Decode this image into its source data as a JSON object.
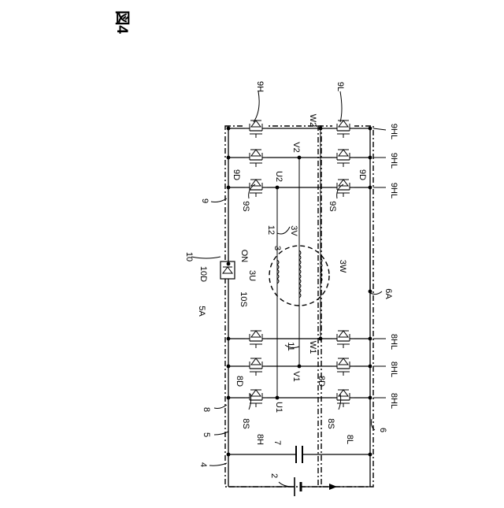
{
  "figure": {
    "title": "図4"
  },
  "labels": {
    "l_9H": "9H",
    "l_9L": "9L",
    "l_W2": "W2",
    "l_V2": "V2",
    "l_U2": "U2",
    "l_9HL_a": "9HL",
    "l_9HL_b": "9HL",
    "l_9HL_c": "9HL",
    "l_9D_a": "9D",
    "l_9D_b": "9D",
    "l_9S_a": "9S",
    "l_9S_b": "9S",
    "l_9": "9",
    "l_12": "12",
    "l_3V": "3V",
    "l_3": "3",
    "l_10": "10",
    "l_10D": "10D",
    "l_ON": "ON",
    "l_3U": "3U",
    "l_3W": "3W",
    "l_10S": "10S",
    "l_5A": "5A",
    "l_6A": "6A",
    "l_11": "11",
    "l_W1": "W1",
    "l_V1": "V1",
    "l_U1": "U1",
    "l_8HL_a": "8HL",
    "l_8HL_b": "8HL",
    "l_8HL_c": "8HL",
    "l_8D_a": "8D",
    "l_8D_b": "8D",
    "l_8S_a": "8S",
    "l_8S_b": "8S",
    "l_8H": "8H",
    "l_8L": "8L",
    "l_8": "8",
    "l_5": "5",
    "l_4": "4",
    "l_7": "7",
    "l_6": "6",
    "l_2": "2"
  }
}
